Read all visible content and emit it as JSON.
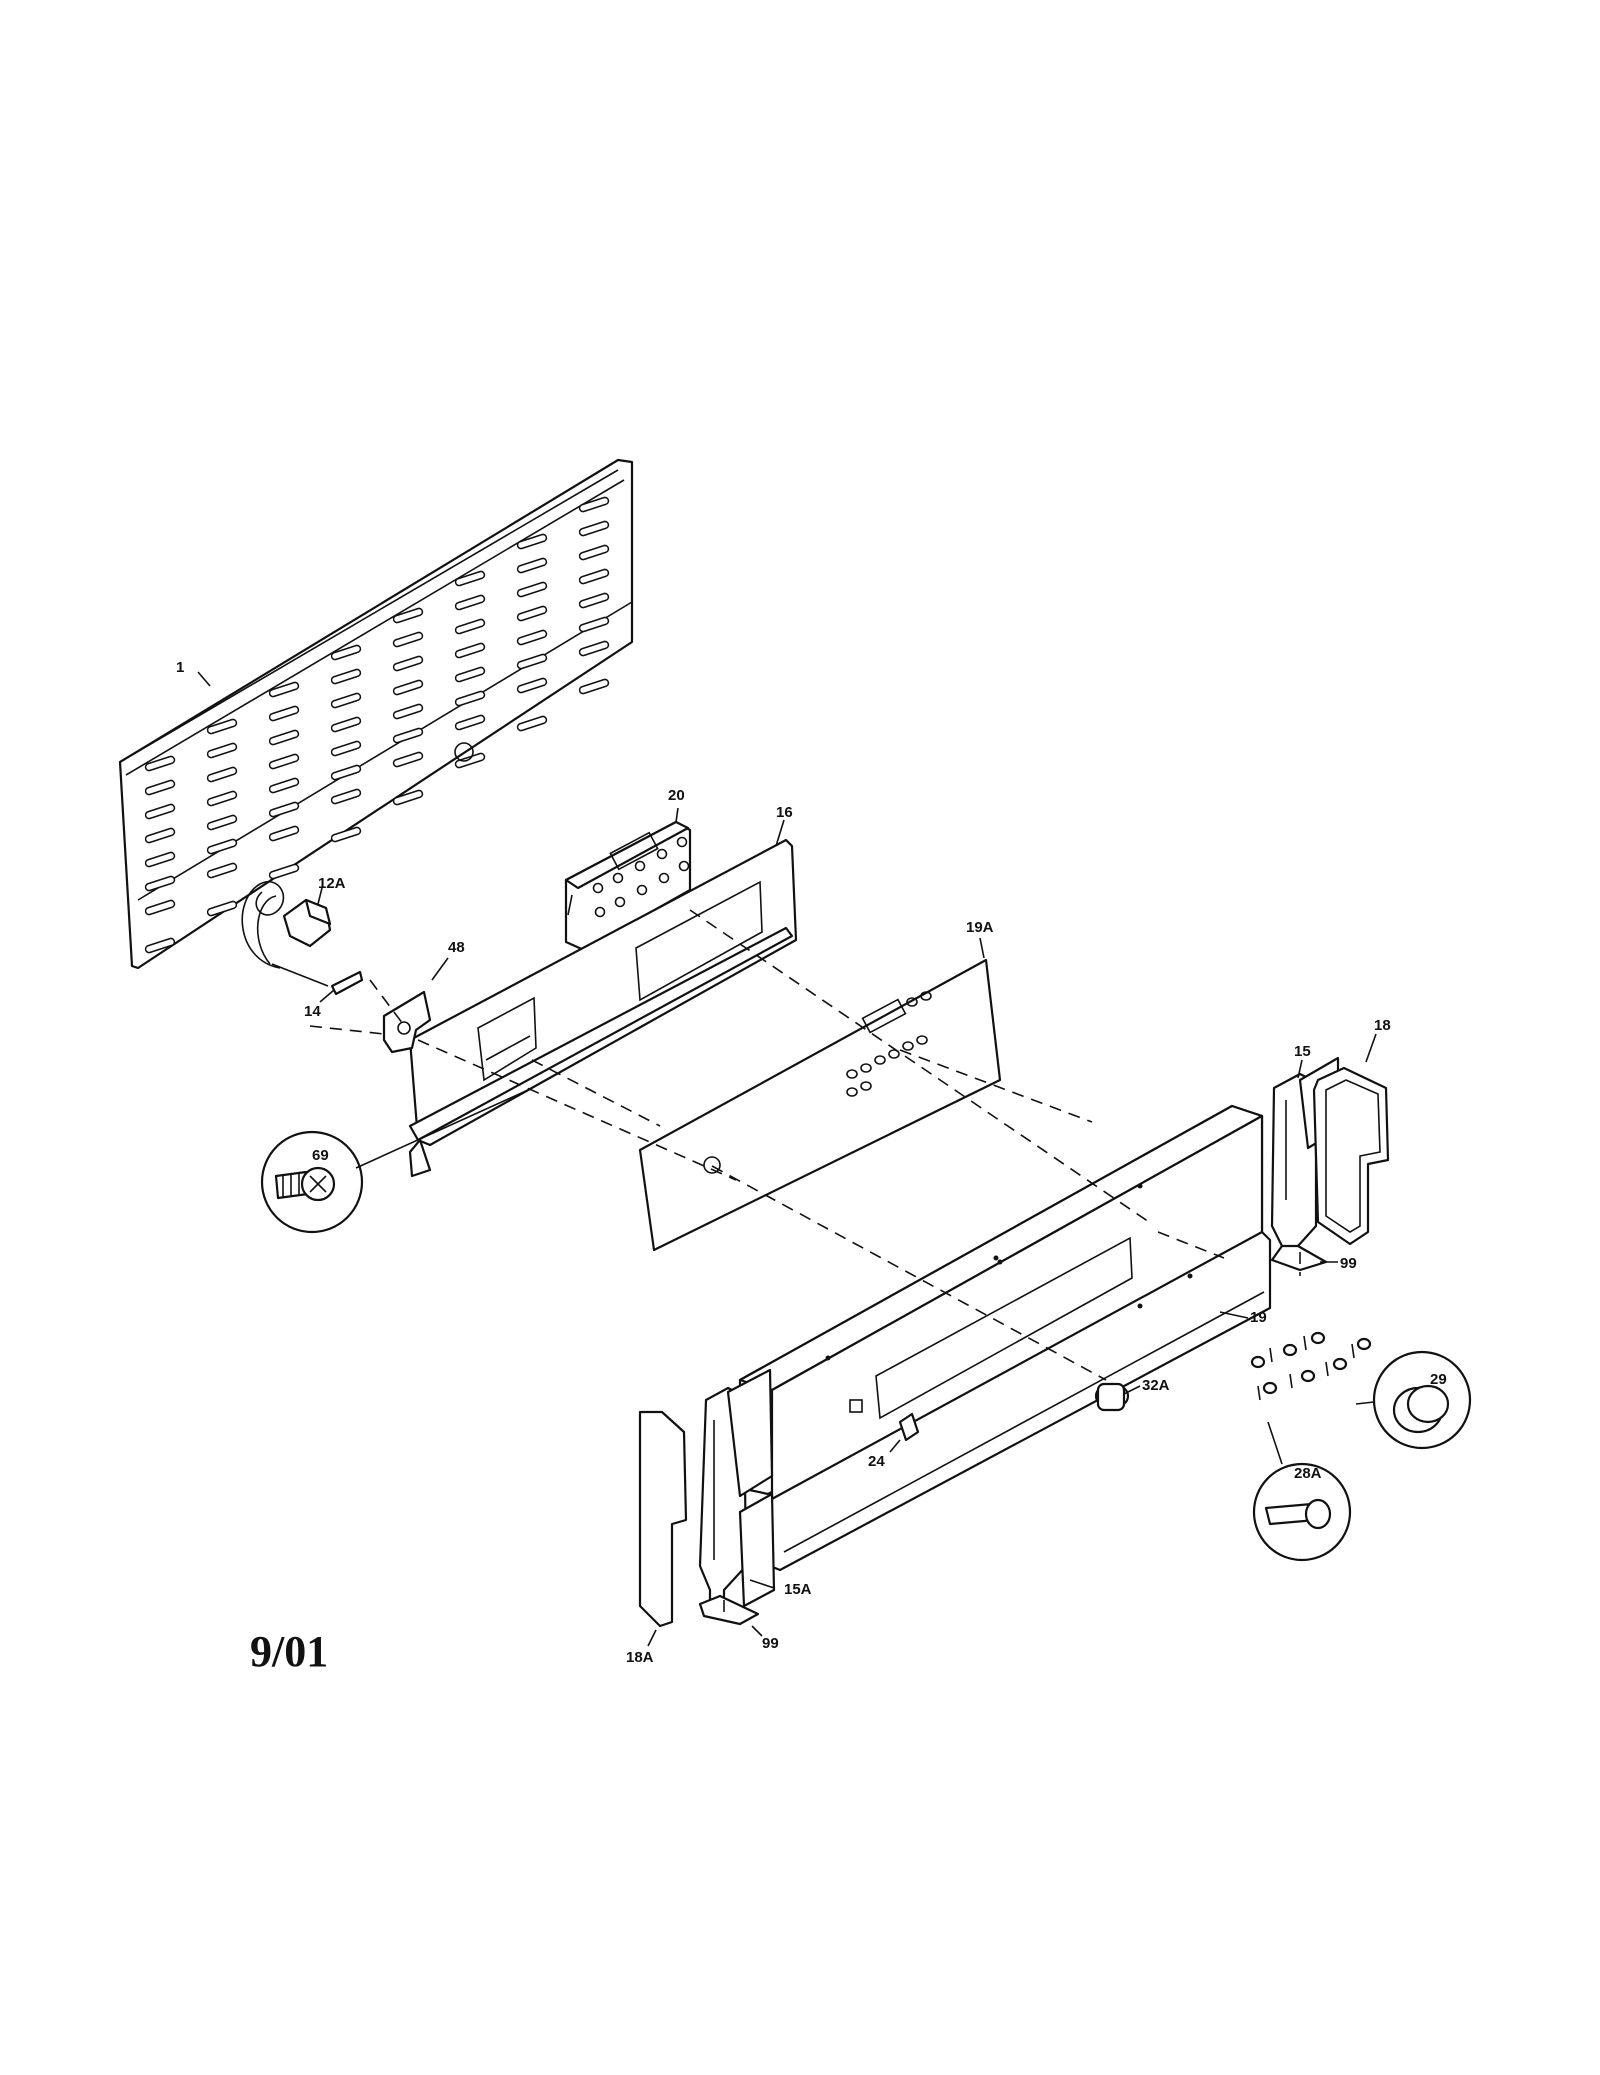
{
  "labels": {
    "p1": "1",
    "p20": "20",
    "p16": "16",
    "p12A": "12A",
    "p48": "48",
    "p14": "14",
    "p19A": "19A",
    "p18": "18",
    "p15": "15",
    "p69": "69",
    "p99a": "99",
    "p19": "19",
    "p32A": "32A",
    "p29": "29",
    "p24": "24",
    "p28A": "28A",
    "p15A": "15A",
    "p18A": "18A",
    "p99b": "99"
  },
  "date_code": "9/01"
}
